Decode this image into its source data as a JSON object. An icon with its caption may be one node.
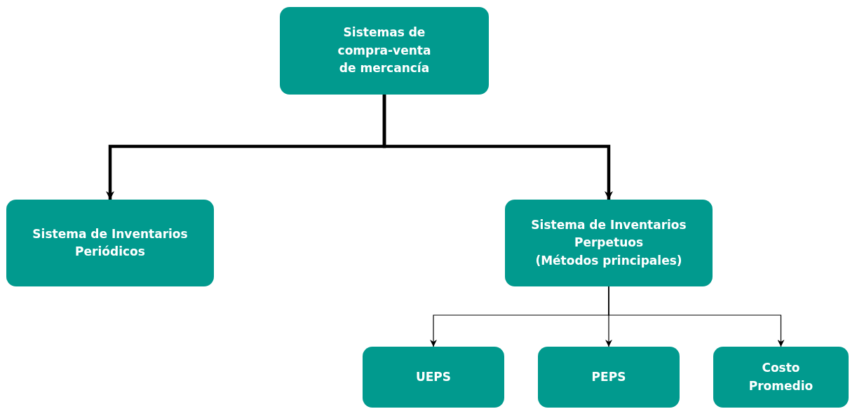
{
  "diagram": {
    "nodes": [
      {
        "text": [
          "Sistemas de compra-venta de mercancía"
        ]
      },
      {
        "text": [
          "Sistema de Inventarios Periódicos"
        ]
      },
      {
        "text": [
          "Sistema de Inventarios Perpetuos",
          "(Métodos principales)"
        ]
      },
      {
        "text": [
          "UEPS"
        ]
      },
      {
        "text": [
          "PEPS"
        ]
      },
      {
        "text": [
          "Costo Promedio"
        ]
      }
    ],
    "edges": [
      {
        "from": 0,
        "to": 1,
        "arrow": "to",
        "style": "thick"
      },
      {
        "from": 0,
        "to": 2,
        "arrow": "to",
        "style": "thick"
      },
      {
        "from": 2,
        "to": 3,
        "arrow": "to"
      },
      {
        "from": 2,
        "to": 4,
        "arrow": "to"
      },
      {
        "from": 2,
        "to": 5,
        "arrow": "to"
      }
    ]
  }
}
